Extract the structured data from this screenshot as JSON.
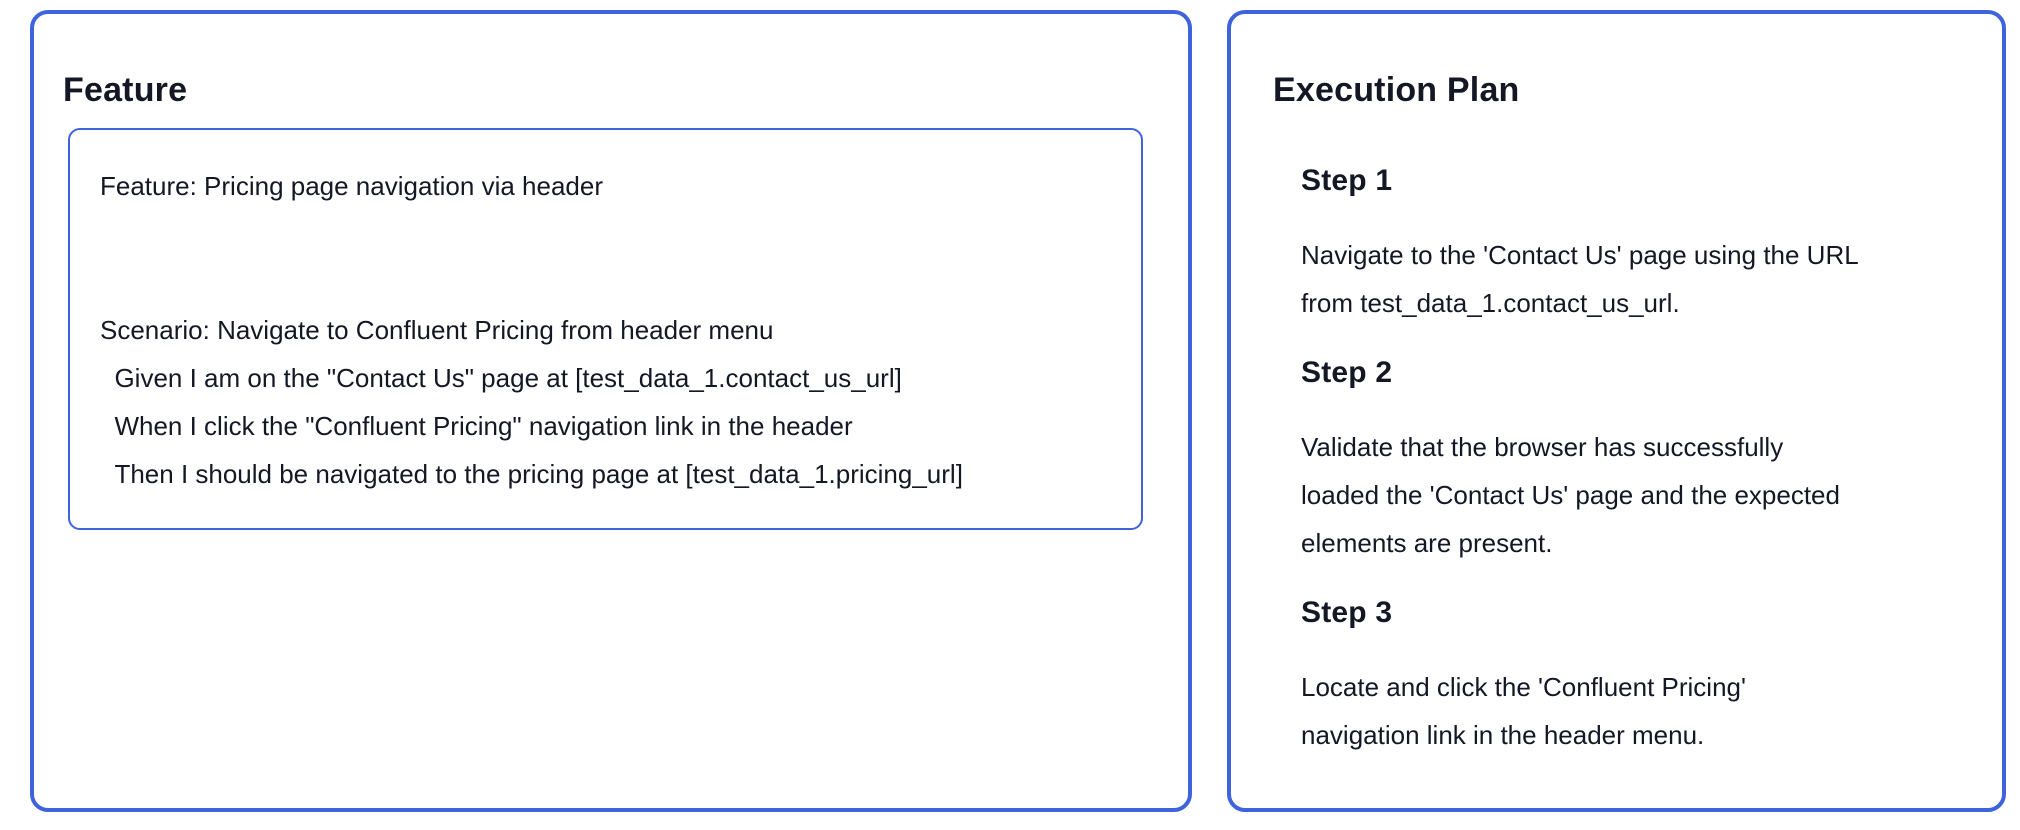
{
  "colors": {
    "accent": "#3e63dd",
    "text": "#141824",
    "background": "#ffffff"
  },
  "feature_panel": {
    "title": "Feature",
    "content": "Feature: Pricing page navigation via header\n\n\nScenario: Navigate to Confluent Pricing from header menu\n  Given I am on the \"Contact Us\" page at [test_data_1.contact_us_url]\n  When I click the \"Confluent Pricing\" navigation link in the header\n  Then I should be navigated to the pricing page at [test_data_1.pricing_url]"
  },
  "execution_plan_panel": {
    "title": "Execution Plan",
    "steps": [
      {
        "label": "Step 1",
        "description": "Navigate to the 'Contact Us' page using the URL\nfrom test_data_1.contact_us_url."
      },
      {
        "label": "Step 2",
        "description": "Validate that the browser has successfully\nloaded the 'Contact Us' page and the expected\nelements are present."
      },
      {
        "label": "Step 3",
        "description": "Locate and click the 'Confluent Pricing'\nnavigation link in the header menu."
      }
    ]
  }
}
